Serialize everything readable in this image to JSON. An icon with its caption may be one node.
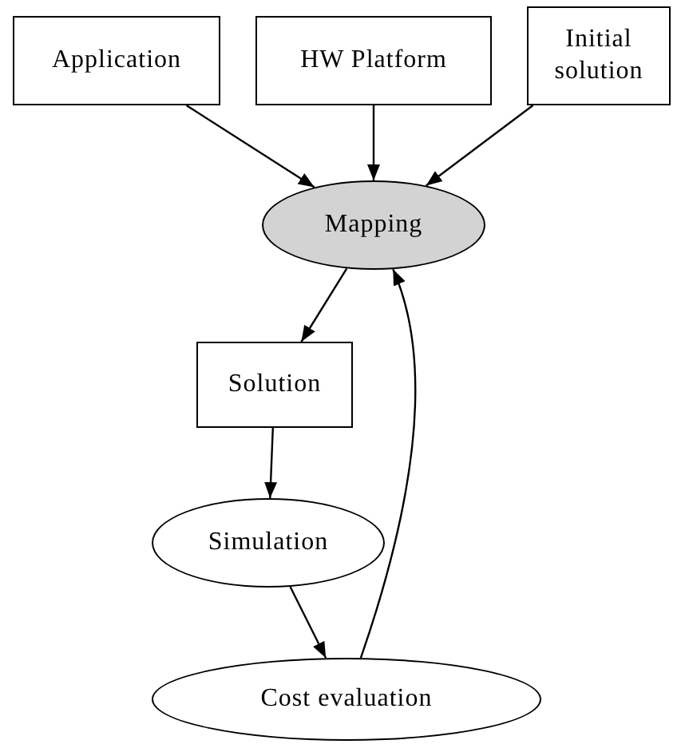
{
  "diagram": {
    "nodes": [
      {
        "text": [
          "Application"
        ]
      },
      {
        "text": [
          "HW Platform"
        ]
      },
      {
        "text": [
          "Initial solution"
        ]
      },
      {
        "text": [
          "Mapping"
        ]
      },
      {
        "text": [
          "Solution"
        ]
      },
      {
        "text": [
          "Simulation"
        ]
      },
      {
        "text": [
          "Cost evaluation"
        ]
      }
    ],
    "edges": [
      {
        "from": 0,
        "to": 3,
        "arrow": "to"
      },
      {
        "from": 1,
        "to": 3,
        "arrow": "to"
      },
      {
        "from": 2,
        "to": 3,
        "arrow": "to"
      },
      {
        "from": 3,
        "to": 4,
        "arrow": "to"
      },
      {
        "from": 4,
        "to": 5,
        "arrow": "to"
      },
      {
        "from": 5,
        "to": 6,
        "arrow": "to"
      },
      {
        "from": 6,
        "to": 3,
        "arrow": "to"
      }
    ]
  }
}
